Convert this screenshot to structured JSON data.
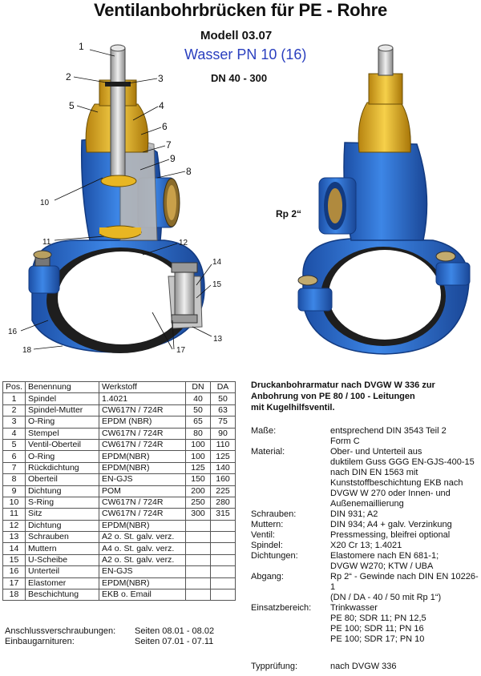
{
  "header": {
    "title": "Ventilanbohrbrücken für PE - Rohre",
    "model": "Modell 03.07",
    "medium": "Wasser PN 10 (16)",
    "dn_range": "DN 40 - 300"
  },
  "drawing": {
    "outlet_label": "Rp 2“",
    "callouts": [
      "1",
      "2",
      "3",
      "4",
      "5",
      "6",
      "7",
      "8",
      "9",
      "10",
      "11",
      "12",
      "13",
      "14",
      "15",
      "16",
      "17",
      "18"
    ],
    "colors": {
      "body_blue": "#2f74d6",
      "brass": "#e8b623",
      "rubber": "#1e1e1e",
      "steel": "#c8c8c8"
    }
  },
  "parts_table": {
    "headers": [
      "Pos.",
      "Benennung",
      "Werkstoff",
      "DN",
      "DA"
    ],
    "rows": [
      [
        "1",
        "Spindel",
        "1.4021",
        "40",
        "50"
      ],
      [
        "2",
        "Spindel-Mutter",
        "CW617N / 724R",
        "50",
        "63"
      ],
      [
        "3",
        "O-Ring",
        "EPDM (NBR)",
        "65",
        "75"
      ],
      [
        "4",
        "Stempel",
        "CW617N / 724R",
        "80",
        "90"
      ],
      [
        "5",
        "Ventil-Oberteil",
        "CW617N / 724R",
        "100",
        "110"
      ],
      [
        "6",
        "O-Ring",
        "EPDM(NBR)",
        "100",
        "125"
      ],
      [
        "7",
        "Rückdichtung",
        "EPDM(NBR)",
        "125",
        "140"
      ],
      [
        "8",
        "Oberteil",
        "EN-GJS",
        "150",
        "160"
      ],
      [
        "9",
        "Dichtung",
        "POM",
        "200",
        "225"
      ],
      [
        "10",
        "S-Ring",
        "CW617N / 724R",
        "250",
        "280"
      ],
      [
        "11",
        "Sitz",
        "CW617N / 724R",
        "300",
        "315"
      ],
      [
        "12",
        "Dichtung",
        "EPDM(NBR)",
        "",
        ""
      ],
      [
        "13",
        "Schrauben",
        "A2 o. St. galv. verz.",
        "",
        ""
      ],
      [
        "14",
        "Muttern",
        "A4 o. St. galv. verz.",
        "",
        ""
      ],
      [
        "15",
        "U-Scheibe",
        "A2 o. St. galv. verz.",
        "",
        ""
      ],
      [
        "16",
        "Unterteil",
        "EN-GJS",
        "",
        ""
      ],
      [
        "17",
        "Elastomer",
        "EPDM(NBR)",
        "",
        ""
      ],
      [
        "18",
        "Beschichtung",
        "EKB o. Email",
        "",
        ""
      ]
    ]
  },
  "references": [
    {
      "label": "Anschlussverschraubungen:",
      "value": "Seiten  08.01 - 08.02"
    },
    {
      "label": "Einbaugarnituren:",
      "value": "Seiten  07.01 - 07.11"
    }
  ],
  "description": {
    "line1": "Druckanbohrarmatur nach DVGW W 336 zur",
    "line2": "Anbohrung von PE 80 / 100 - Leitungen",
    "line3": "mit Kugelhilfsventil."
  },
  "specs": [
    {
      "key": "Maße:",
      "lines": [
        "entsprechend DIN 3543 Teil 2",
        "Form C"
      ]
    },
    {
      "key": "Material:",
      "lines": [
        "Ober- und Unterteil aus",
        "duktilem Guss GGG  EN-GJS-400-15",
        "nach DIN EN 1563 mit",
        "Kunststoffbeschichtung EKB nach",
        "DVGW W 270 oder Innen- und",
        "Außenemaillierung"
      ]
    },
    {
      "key": "Schrauben:",
      "lines": [
        "DIN 931; A2"
      ]
    },
    {
      "key": "Muttern:",
      "lines": [
        "DIN 934; A4 + galv. Verzinkung"
      ]
    },
    {
      "key": "Ventil:",
      "lines": [
        "Pressmessing, bleifrei optional"
      ]
    },
    {
      "key": "Spindel:",
      "lines": [
        "X20 Cr 13; 1.4021"
      ]
    },
    {
      "key": "Dichtungen:",
      "lines": [
        "Elastomere nach EN 681-1;",
        "DVGW W270;  KTW / UBA"
      ]
    },
    {
      "key": "Abgang:",
      "lines": [
        "Rp 2“ - Gewinde nach DIN EN 10226-1",
        "(DN / DA - 40 / 50 mit Rp 1“)"
      ]
    },
    {
      "key": "Einsatzbereich:",
      "lines": [
        "Trinkwasser",
        "PE 80;    SDR 11;   PN 12,5",
        "PE 100;   SDR 11;   PN 16",
        "PE 100;   SDR 17;   PN 10"
      ]
    }
  ],
  "test": {
    "key": "Typprüfung:",
    "value": "nach DVGW 336"
  }
}
